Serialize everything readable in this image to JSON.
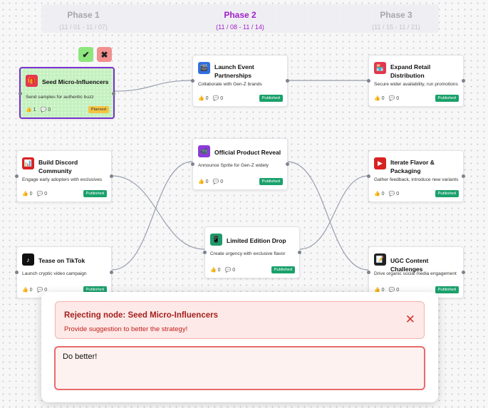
{
  "phases": [
    {
      "title": "Phase 1",
      "range": "(11 / 01 - 11 / 07)"
    },
    {
      "title": "Phase 2",
      "range": "(11 / 08 - 11 / 14)"
    },
    {
      "title": "Phase 3",
      "range": "(11 / 15 - 11 / 21)"
    }
  ],
  "nodes": [
    {
      "title": "Seed Micro-Influencers",
      "desc": "Send samples for authentic buzz",
      "likes": "1",
      "comments": "0",
      "status": "Planned",
      "icon": "gift-icon",
      "icon_color": "#e2384f"
    },
    {
      "title": "Launch Event Partnerships",
      "desc": "Collaborate with Gen-Z brands",
      "likes": "0",
      "comments": "0",
      "status": "Published",
      "icon": "clapperboard-icon",
      "icon_color": "#2f6fe0"
    },
    {
      "title": "Expand Retail Distribution",
      "desc": "Secure wider availability, run promotions",
      "likes": "0",
      "comments": "0",
      "status": "Published",
      "icon": "store-icon",
      "icon_color": "#e2384f"
    },
    {
      "title": "Build Discord Community",
      "desc": "Engage early adopters with exclusives",
      "likes": "0",
      "comments": "0",
      "status": "Published",
      "icon": "chart-icon",
      "icon_color": "#d82222"
    },
    {
      "title": "Official Product Reveal",
      "desc": "Announce Sprite for Gen-Z widely",
      "likes": "0",
      "comments": "0",
      "status": "Published",
      "icon": "video-icon",
      "icon_color": "#8c3bd9"
    },
    {
      "title": "Iterate Flavor & Packaging",
      "desc": "Gather feedback, introduce new variants",
      "likes": "0",
      "comments": "0",
      "status": "Published",
      "icon": "play-icon",
      "icon_color": "#d82222"
    },
    {
      "title": "Limited Edition Drop",
      "desc": "Create urgency with exclusive flavor",
      "likes": "0",
      "comments": "0",
      "status": "Published",
      "icon": "phone-icon",
      "icon_color": "#1f9a6a"
    },
    {
      "title": "Tease on TikTok",
      "desc": "Launch cryptic video campaign",
      "likes": "0",
      "comments": "0",
      "status": "Published",
      "icon": "tiktok-icon",
      "icon_color": "#111111"
    },
    {
      "title": "UGC Content Challenges",
      "desc": "Drive organic social media engagement",
      "likes": "0",
      "comments": "0",
      "status": "Published",
      "icon": "note-icon",
      "icon_color": "#222222"
    }
  ],
  "actions": {
    "approve": "✔",
    "reject": "✖"
  },
  "reject_panel": {
    "title": "Rejecting node: Seed Micro-Influencers",
    "subtitle": "Provide suggestion to better the strategy!",
    "close": "✕",
    "suggestion_value": "Do better!"
  },
  "colors": {
    "accent": "#a020c8",
    "published": "#1aa16b",
    "planned": "#f5c342",
    "selected_border": "#7b2fcf"
  }
}
